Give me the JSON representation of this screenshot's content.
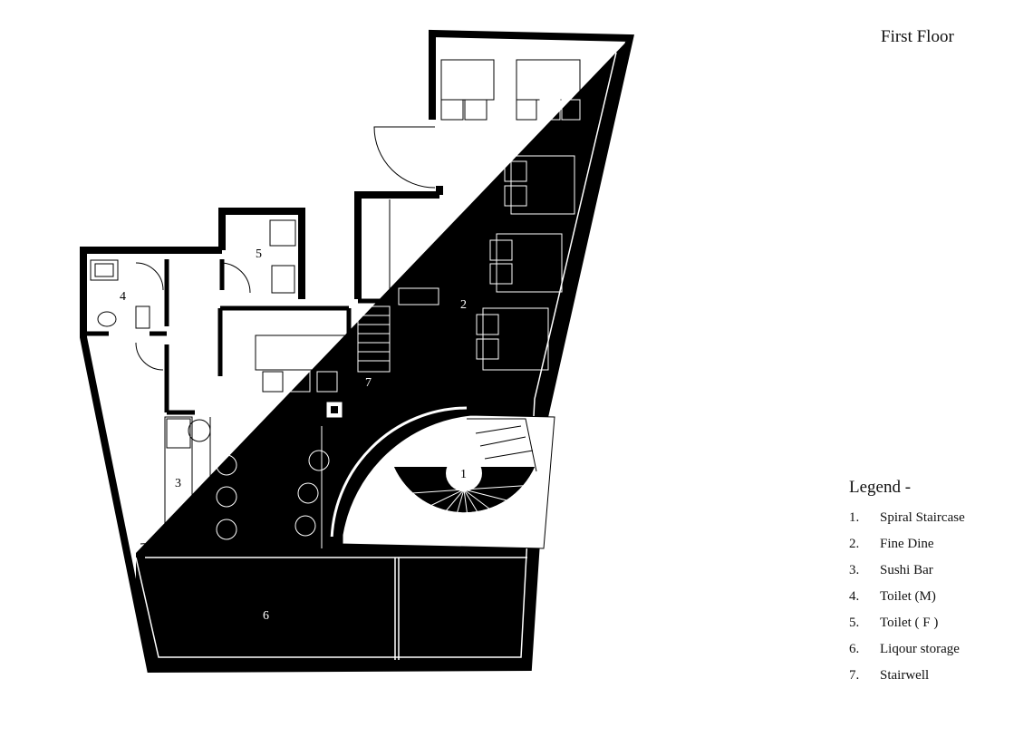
{
  "title": "First Floor",
  "legend": {
    "heading": "Legend -",
    "items": [
      {
        "num": "1.",
        "label": "Spiral Staircase"
      },
      {
        "num": "2.",
        "label": "Fine Dine"
      },
      {
        "num": "3.",
        "label": "Sushi Bar"
      },
      {
        "num": "4.",
        "label": "Toilet (M)"
      },
      {
        "num": "5.",
        "label": "Toilet ( F )"
      },
      {
        "num": "6.",
        "label": "Liqour storage"
      },
      {
        "num": "7.",
        "label": "Stairwell"
      }
    ]
  },
  "plan_labels": {
    "r1": "1",
    "r2": "2",
    "r3": "3",
    "r4": "4",
    "r5": "5",
    "r6": "6",
    "r7": "7"
  },
  "colors": {
    "ink": "#000000",
    "paper": "#ffffff"
  }
}
